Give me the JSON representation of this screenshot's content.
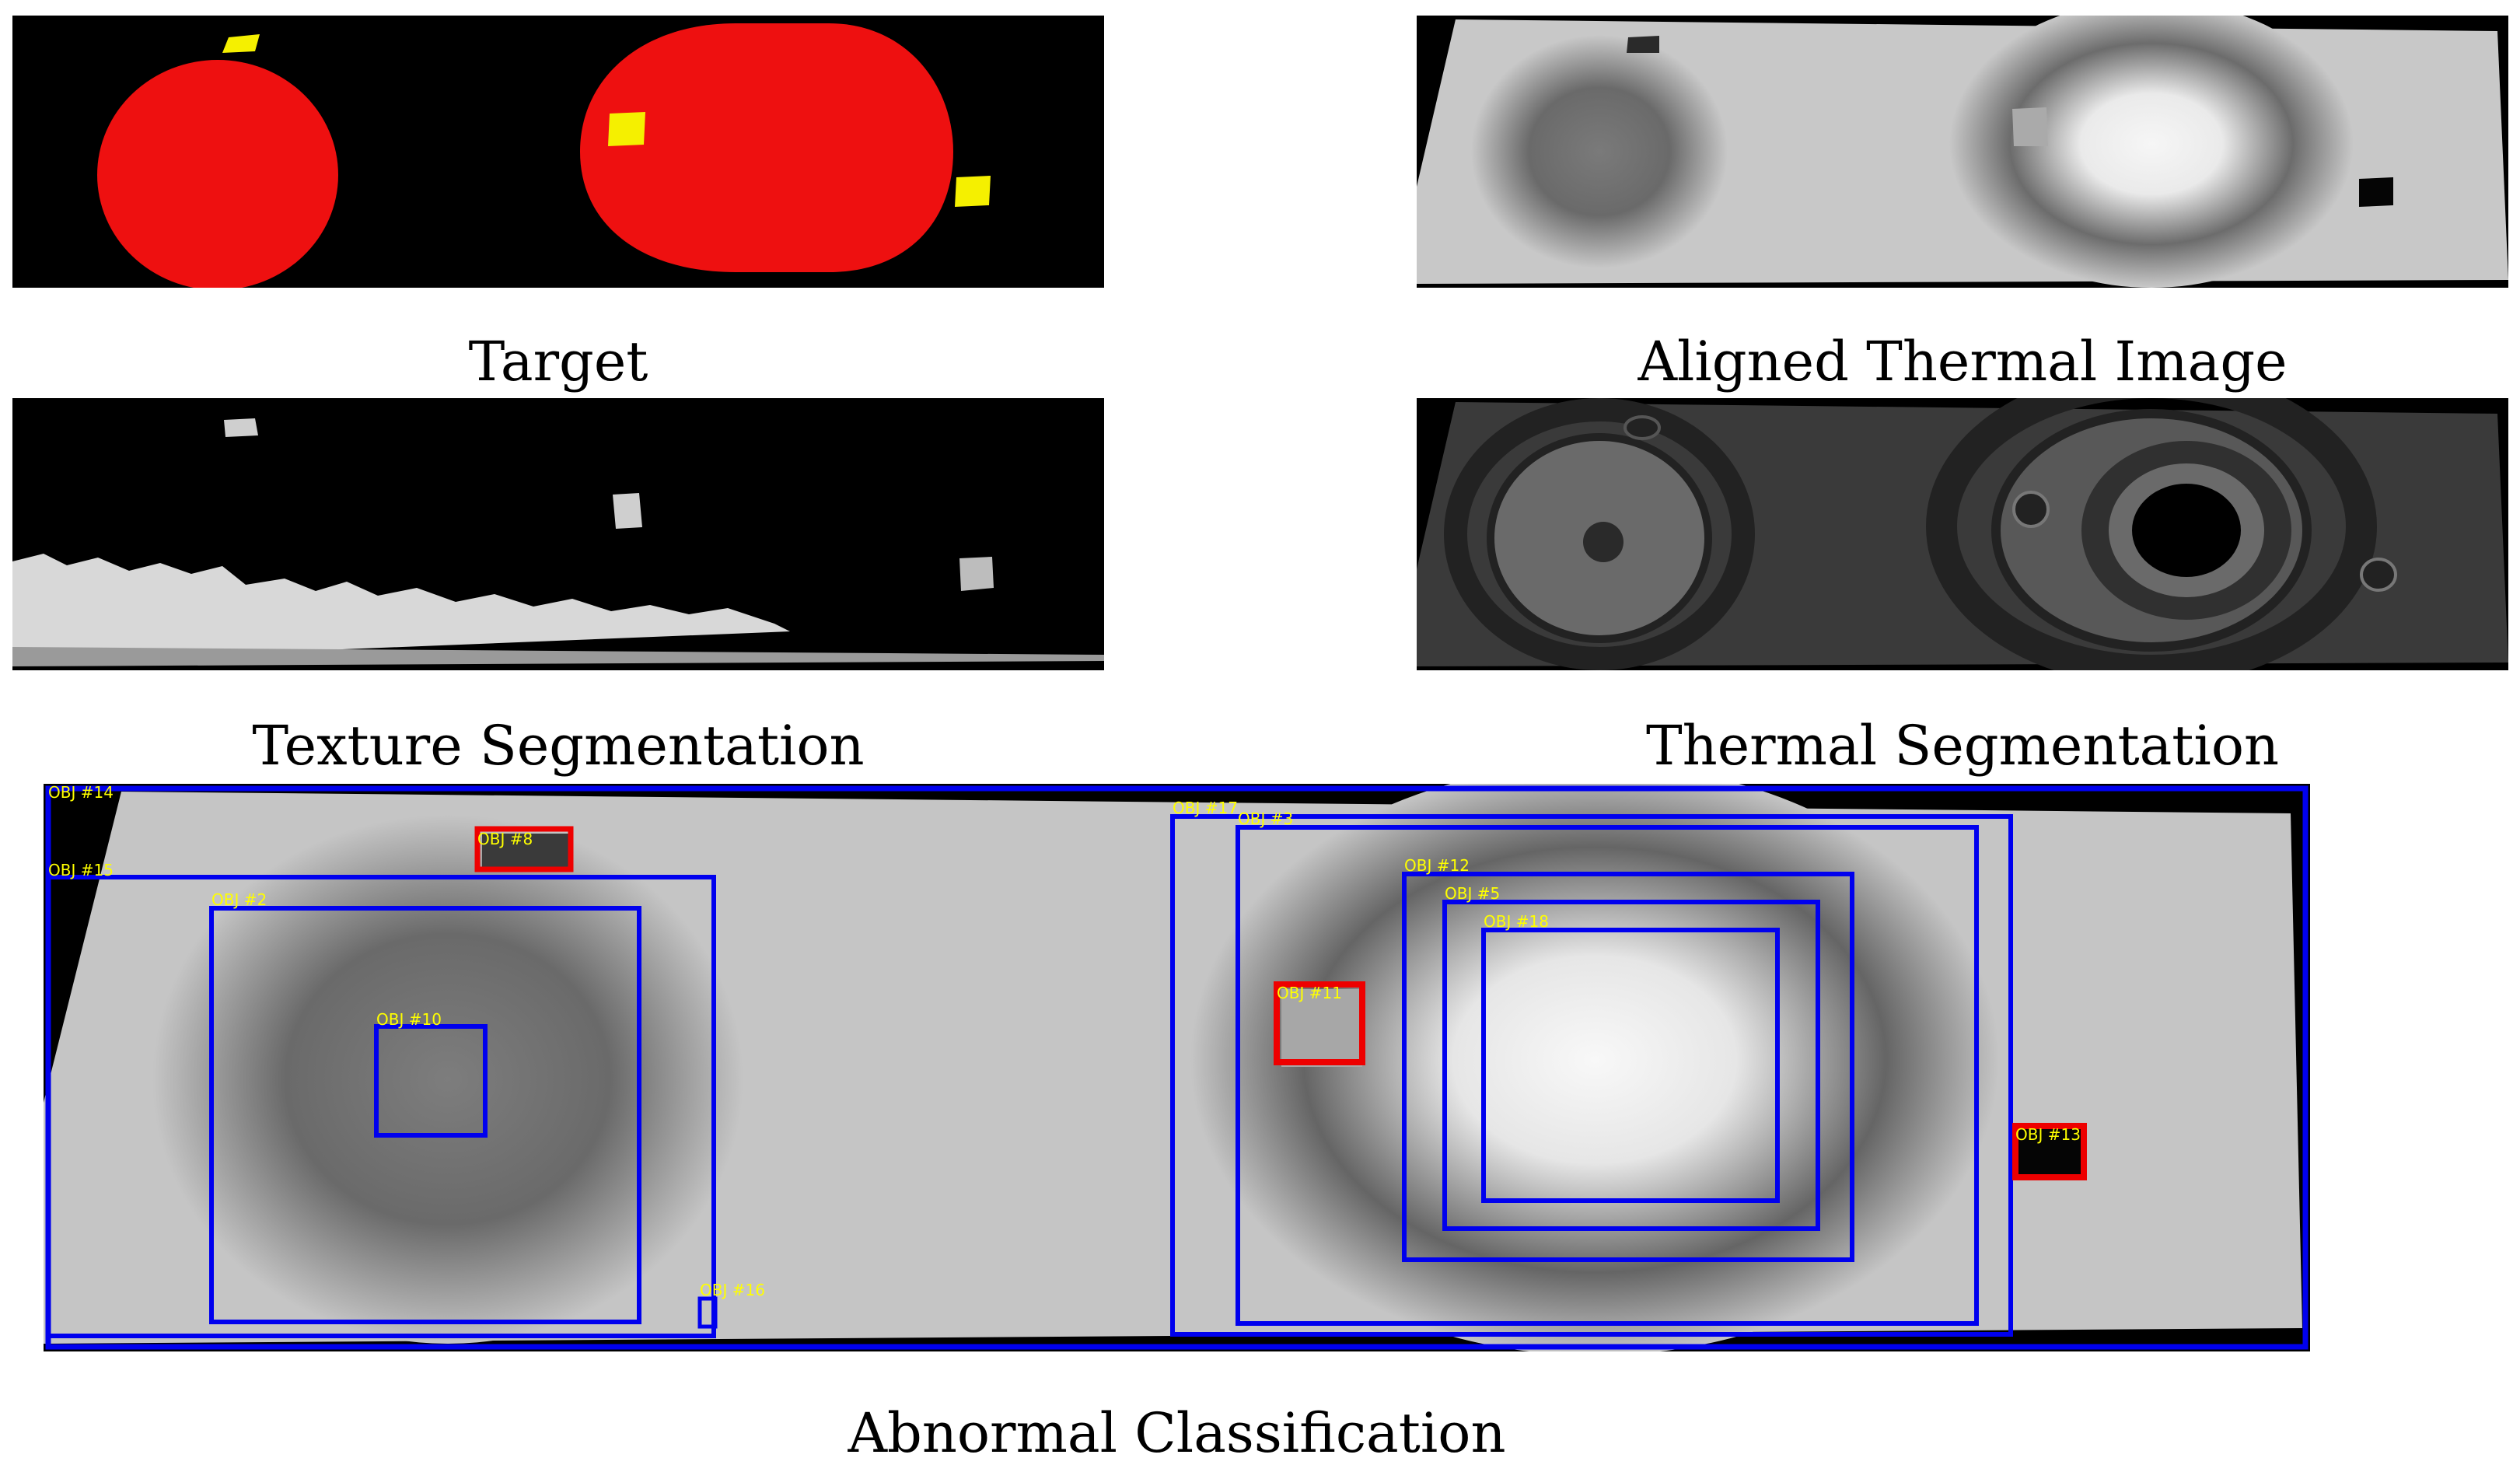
{
  "captions": {
    "target": "Target",
    "aligned": "Aligned Thermal Image",
    "texture": "Texture Segmentation",
    "thermal": "Thermal Segmentation",
    "abnormal": "Abnormal Classification"
  },
  "colors": {
    "blue_box": "#0000ee",
    "red_box": "#ee0000",
    "label": "#ffff00",
    "target_red": "#ee1010",
    "target_yellow": "#f5f000"
  },
  "objects": [
    {
      "label": "OBJ #14",
      "kind": "normal"
    },
    {
      "label": "OBJ #8",
      "kind": "abnormal"
    },
    {
      "label": "OBJ #15",
      "kind": "normal"
    },
    {
      "label": "OBJ #2",
      "kind": "normal"
    },
    {
      "label": "OBJ #10",
      "kind": "normal"
    },
    {
      "label": "OBJ #16",
      "kind": "normal"
    },
    {
      "label": "OBJ #17",
      "kind": "normal"
    },
    {
      "label": "OBJ #3",
      "kind": "normal"
    },
    {
      "label": "OBJ #12",
      "kind": "normal"
    },
    {
      "label": "OBJ #5",
      "kind": "normal"
    },
    {
      "label": "OBJ #18",
      "kind": "normal"
    },
    {
      "label": "OBJ #11",
      "kind": "abnormal"
    },
    {
      "label": "OBJ #13",
      "kind": "abnormal"
    }
  ]
}
